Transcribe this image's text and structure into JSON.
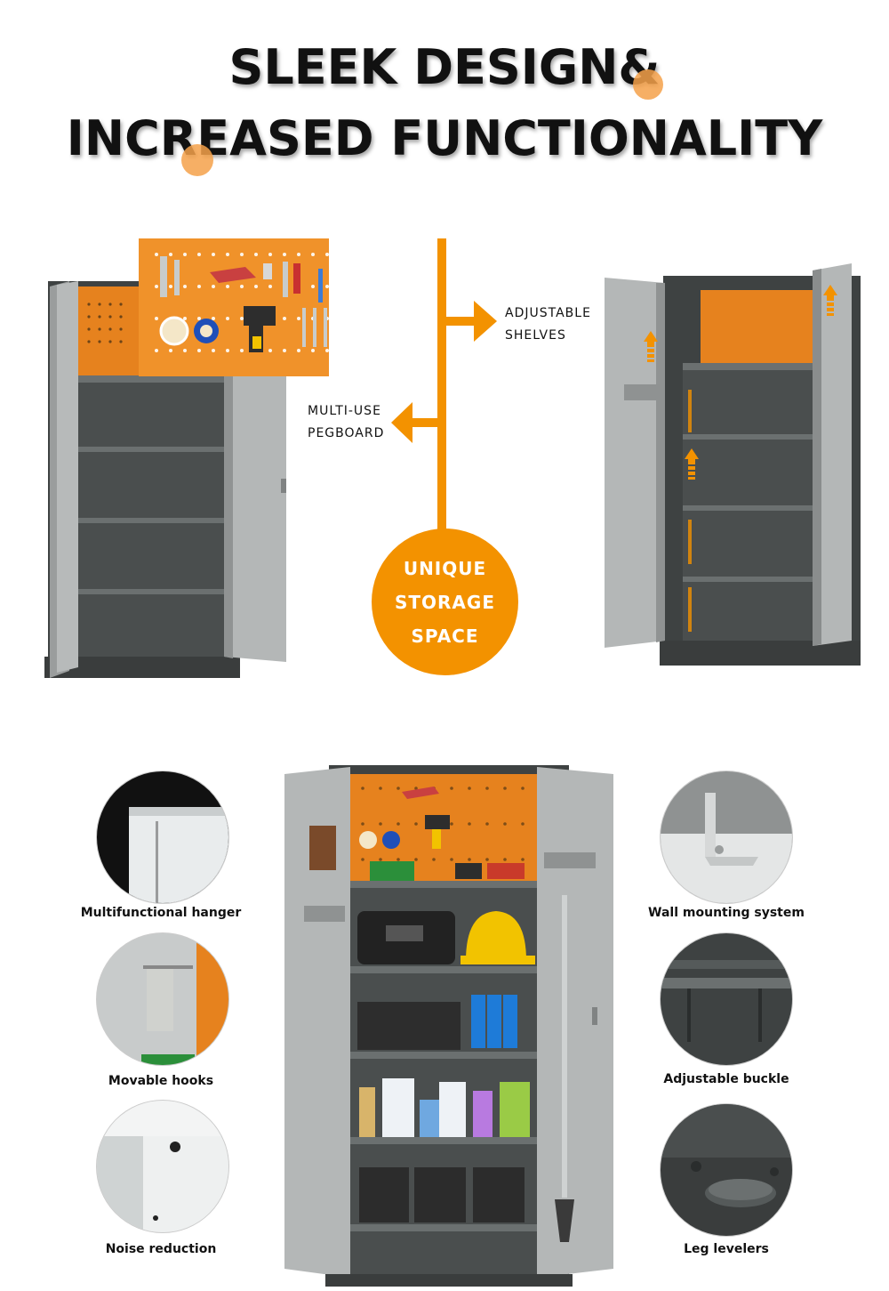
{
  "headline": {
    "line1": "SLEEK DESIGN&",
    "line2": "INCREASED FUNCTIONALITY"
  },
  "callouts": {
    "adjustable_shelves": [
      "ADJUSTABLE",
      "SHELVES"
    ],
    "multi_use_pegboard": [
      "MULTI-USE",
      "PEGBOARD"
    ],
    "unique_storage_space": [
      "UNIQUE",
      "STORAGE",
      "SPACE"
    ]
  },
  "features_left": [
    {
      "label": "Multifunctional  hanger",
      "icon": "hanger-closeup"
    },
    {
      "label": "Movable hooks",
      "icon": "hooks-closeup"
    },
    {
      "label": "Noise reduction",
      "icon": "noise-reduction-closeup"
    }
  ],
  "features_right": [
    {
      "label": "Wall mounting system",
      "icon": "wall-mount-closeup"
    },
    {
      "label": "Adjustable buckle",
      "icon": "buckle-closeup"
    },
    {
      "label": "Leg levelers",
      "icon": "leveler-closeup"
    }
  ],
  "colors": {
    "accent_orange": "#f39200",
    "cabinet_gray": "#a9abab",
    "cabinet_dark": "#3e4242",
    "text": "#111111"
  }
}
